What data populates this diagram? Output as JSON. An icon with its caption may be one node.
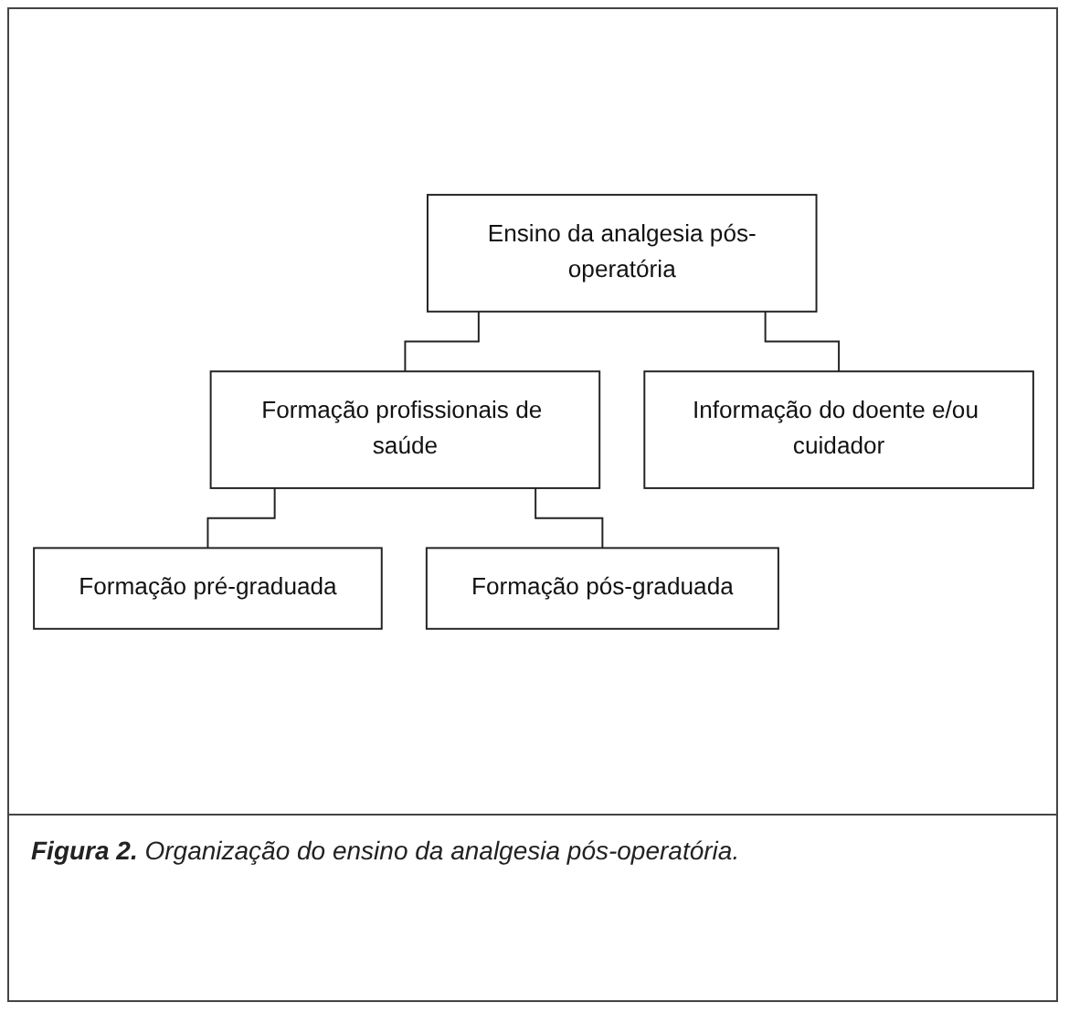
{
  "diagram": {
    "caption": "**Figura 2.** Organização do ensino da analgesia pós-operatória.",
    "nodes": [
      {
        "text": [
          "Ensino da analgesia pós-operatória"
        ]
      },
      {
        "text": [
          "Formação profissionais de saúde"
        ]
      },
      {
        "text": [
          "Informação do doente e/ou cuidador"
        ]
      },
      {
        "text": [
          "Formação pré-graduada"
        ]
      },
      {
        "text": [
          "Formação pós-graduada"
        ]
      }
    ],
    "edges": [
      {
        "from": 0,
        "to": 1,
        "arrow": "none"
      },
      {
        "from": 0,
        "to": 2,
        "arrow": "none"
      },
      {
        "from": 1,
        "to": 3,
        "arrow": "none"
      },
      {
        "from": 1,
        "to": 4,
        "arrow": "none"
      }
    ]
  }
}
